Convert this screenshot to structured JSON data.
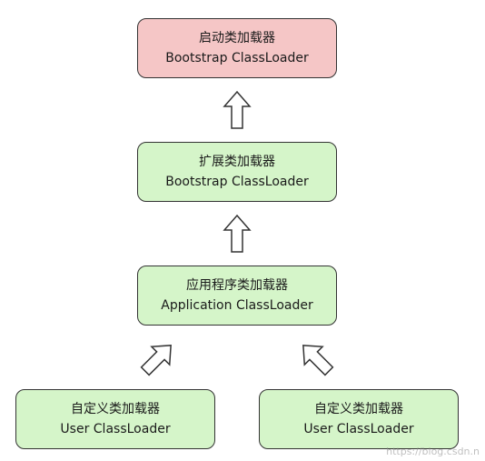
{
  "nodes": {
    "bootstrap": {
      "title": "启动类加载器",
      "subtitle": "Bootstrap ClassLoader"
    },
    "extension": {
      "title": "扩展类加载器",
      "subtitle": "Bootstrap ClassLoader"
    },
    "application": {
      "title": "应用程序类加载器",
      "subtitle": "Application ClassLoader"
    },
    "user_1": {
      "title": "自定义类加载器",
      "subtitle": "User ClassLoader"
    },
    "user_2": {
      "title": "自定义类加载器",
      "subtitle": "User ClassLoader"
    }
  },
  "colors": {
    "bootstrap_fill": "#f5c6c6",
    "node_fill": "#d5f5c9",
    "border": "#333333"
  },
  "arrows": [
    {
      "from": "extension",
      "to": "bootstrap",
      "icon": "hollow-up-arrow-icon"
    },
    {
      "from": "application",
      "to": "extension",
      "icon": "hollow-up-arrow-icon"
    },
    {
      "from": "user_1",
      "to": "application",
      "icon": "hollow-up-right-arrow-icon"
    },
    {
      "from": "user_2",
      "to": "application",
      "icon": "hollow-up-left-arrow-icon"
    }
  ],
  "watermark": "https://blog.csdn.n"
}
